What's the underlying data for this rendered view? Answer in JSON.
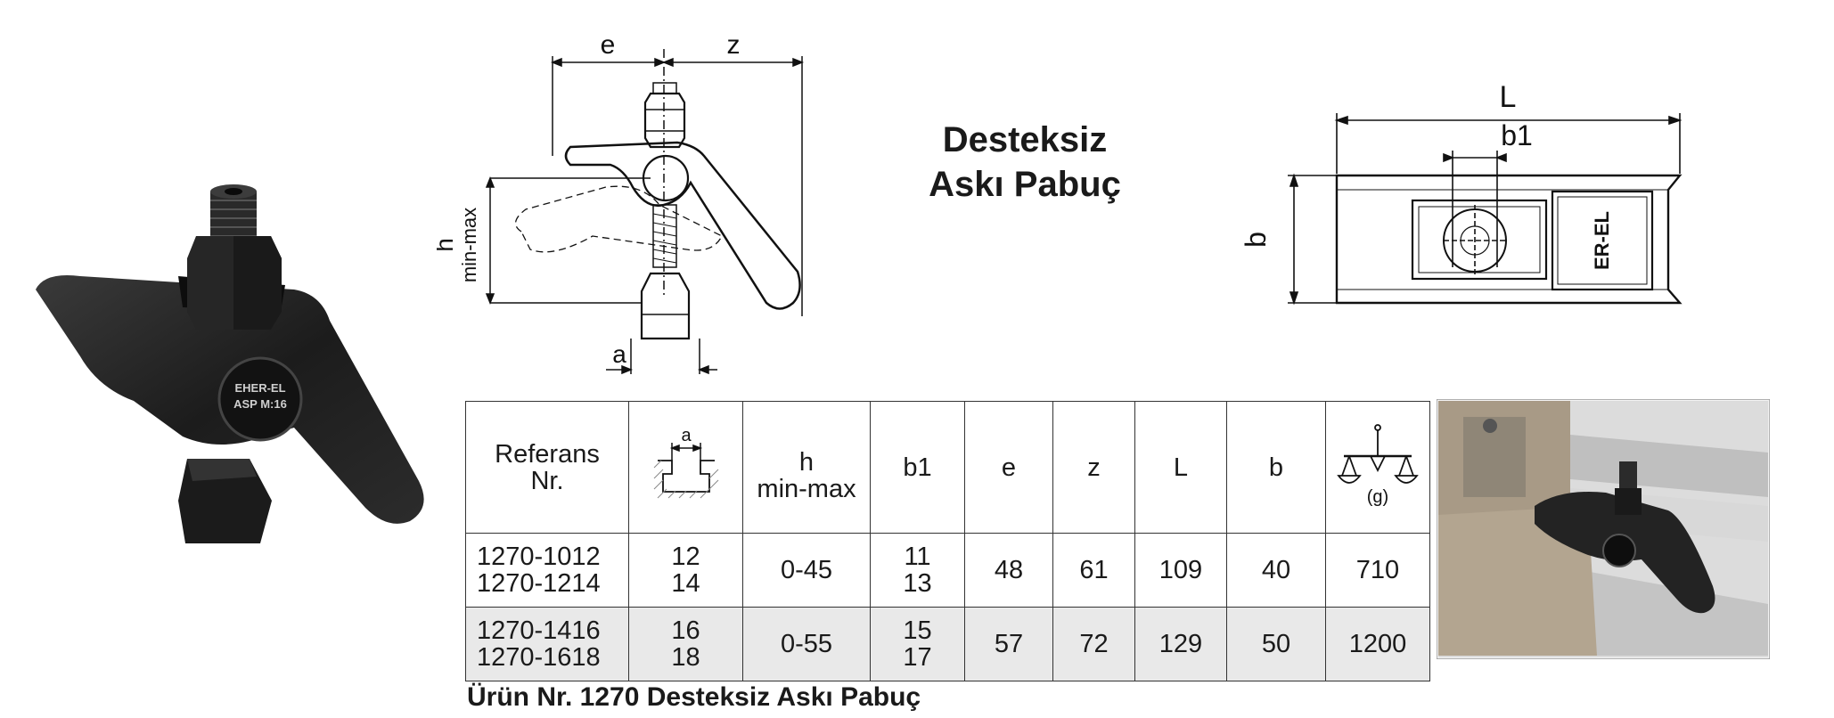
{
  "title": {
    "line1": "Desteksiz",
    "line2": "Askı Pabuç"
  },
  "product_photo": {
    "logo": "EHER-EL",
    "marking": "ASP M:16"
  },
  "drawing_side": {
    "e": "e",
    "z": "z",
    "h": "h",
    "minmax": "min-max",
    "a": "a"
  },
  "drawing_top": {
    "L": "L",
    "b1": "b1",
    "b": "b",
    "logo": "ER-EL"
  },
  "table": {
    "headers": {
      "ref_line1": "Referans",
      "ref_line2": "Nr.",
      "a": "a",
      "h_line1": "h",
      "h_line2": "min-max",
      "b1": "b1",
      "e": "e",
      "z": "z",
      "L": "L",
      "b": "b",
      "weight_unit": "(g)"
    },
    "rows": [
      {
        "ref1": "1270-1012",
        "ref2": "1270-1214",
        "a1": "12",
        "a2": "14",
        "h": "0-45",
        "b1_1": "11",
        "b1_2": "13",
        "e": "48",
        "z": "61",
        "L": "109",
        "b": "40",
        "weight": "710"
      },
      {
        "ref1": "1270-1416",
        "ref2": "1270-1618",
        "a1": "16",
        "a2": "18",
        "h": "0-55",
        "b1_1": "15",
        "b1_2": "17",
        "e": "57",
        "z": "72",
        "L": "129",
        "b": "50",
        "weight": "1200"
      }
    ]
  },
  "caption": "Ürün Nr. 1270 Desteksiz Askı Pabuç",
  "colors": {
    "row_shade": "#e9e9e9",
    "steel": "#1e1e1e"
  }
}
